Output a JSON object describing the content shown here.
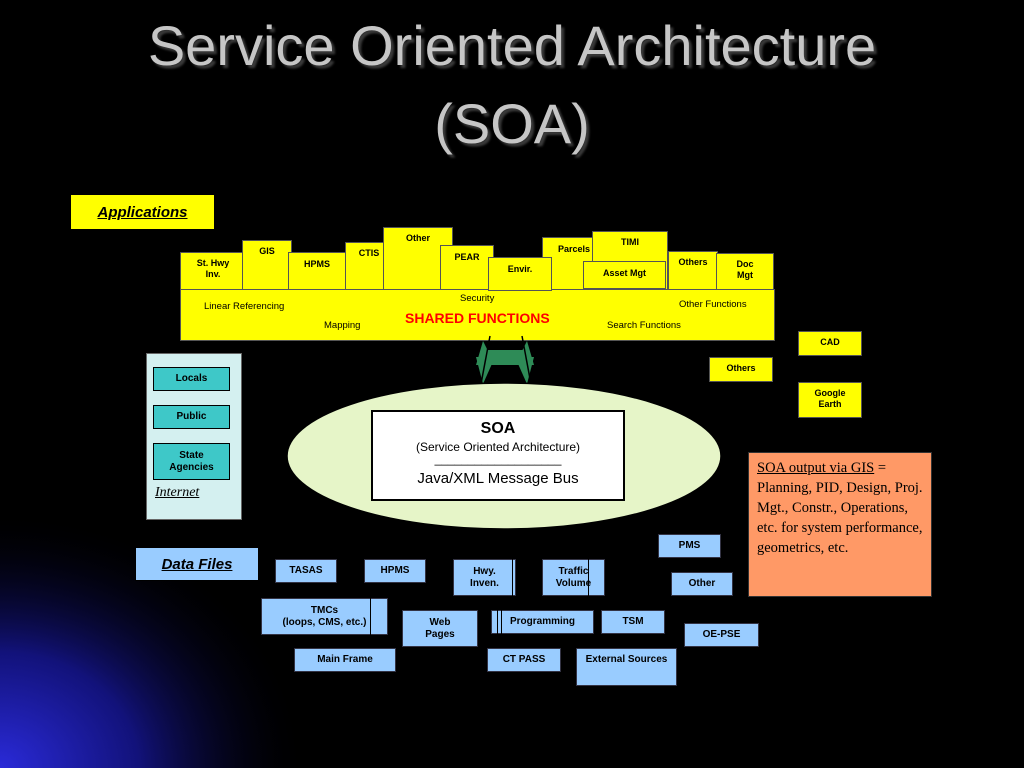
{
  "title": {
    "line1": "Service Oriented Architecture",
    "line2": "(SOA)"
  },
  "applications": {
    "label": "Applications",
    "boxes": {
      "st_hwy_inv": "St. Hwy\nInv.",
      "gis": "GIS",
      "hpms": "HPMS",
      "ctis": "CTIS",
      "other": "Other",
      "pear": "PEAR",
      "envir": "Envir.",
      "parcels": "Parcels",
      "timi": "TIMI",
      "asset_mgt": "Asset Mgt",
      "others": "Others",
      "doc_mgt": "Doc\nMgt"
    }
  },
  "shared_functions": {
    "title": "SHARED FUNCTIONS",
    "security": "Security",
    "linear_referencing": "Linear Referencing",
    "other_functions": "Other Functions",
    "mapping": "Mapping",
    "search_functions": "Search Functions"
  },
  "external_apps": {
    "cad": "CAD",
    "others": "Others",
    "google_earth": "Google\nEarth"
  },
  "internet": {
    "label": "Internet",
    "locals": "Locals",
    "public": "Public",
    "state_agencies": "State\nAgencies"
  },
  "soa": {
    "title": "SOA",
    "subtitle": "(Service Oriented Architecture)",
    "divider": "___________________",
    "bus": "Java/XML Message Bus"
  },
  "output_note": {
    "heading": "SOA output via GIS",
    "text": " = Planning, PID, Design, Proj. Mgt., Constr., Operations, etc. for system performance, geometrics, etc."
  },
  "data_files": {
    "label": "Data Files",
    "tasas": "TASAS",
    "hpms": "HPMS",
    "hwy_inven": "Hwy.\nInven.",
    "traffic_volume": "Traffic\nVolume",
    "pms": "PMS",
    "other": "Other",
    "tmcs": "TMCs\n(loops, CMS, etc.)",
    "web_pages": "Web\nPages",
    "programming": "Programming",
    "tsm": "TSM",
    "oe_pse": "OE-PSE",
    "main_frame": "Main Frame",
    "ct_pass": "CT PASS",
    "external_sources": "External Sources"
  },
  "colors": {
    "background": "#000000",
    "yellow": "#ffff00",
    "cyan_box": "#3ec8c8",
    "light_blue_box": "#99ccff",
    "ellipse": "#e6f5c8",
    "note": "#ff9966",
    "arrow_green": "#2e8b57"
  }
}
